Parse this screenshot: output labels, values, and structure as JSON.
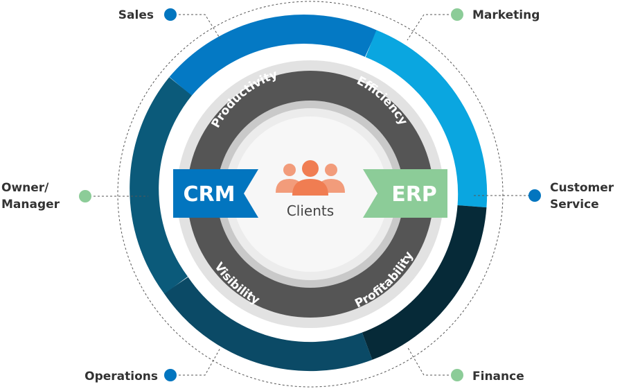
{
  "colors": {
    "blue_dark": "#0275bf",
    "blue_light": "#0aa6e0",
    "teal_dark": "#0b5a7a",
    "navy": "#0b4a66",
    "black_navy": "#062a38",
    "green": "#8ccc98",
    "ring_gray_dark": "#555555",
    "ring_gray": "#c9c9c9",
    "ring_gray_light": "#e9e9e9",
    "people_orange": "#f07d52"
  },
  "center": {
    "label": "Clients",
    "icon": "people-group-icon"
  },
  "banners": {
    "left": "CRM",
    "right": "ERP"
  },
  "inner_ring": {
    "productivity": "Productivity",
    "efficiency": "Efficiency",
    "visibility": "Visibility",
    "profitability": "Profitability"
  },
  "departments": {
    "sales": {
      "lines": [
        "Sales"
      ],
      "dot": "#0275bf"
    },
    "marketing": {
      "lines": [
        "Marketing"
      ],
      "dot": "#8ccc98"
    },
    "owner": {
      "lines": [
        "Owner/",
        "Manager"
      ],
      "dot": "#8ccc98"
    },
    "customer_service": {
      "lines": [
        "Customer",
        "Service"
      ],
      "dot": "#0275bf"
    },
    "operations": {
      "lines": [
        "Operations"
      ],
      "dot": "#0275bf"
    },
    "finance": {
      "lines": [
        "Finance"
      ],
      "dot": "#8ccc98"
    }
  }
}
